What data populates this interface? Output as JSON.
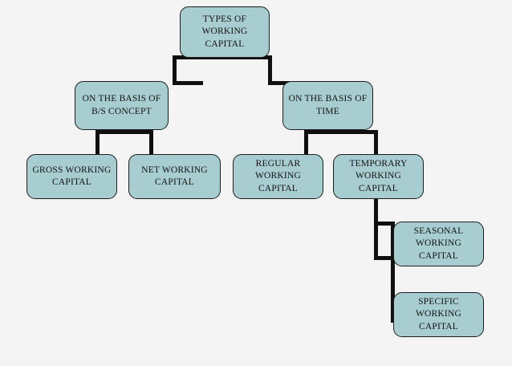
{
  "diagram": {
    "title": "TYPES OF WORKING CAPITAL",
    "type": "hierarchy-tree",
    "background_color": "#f4f4f4",
    "node_fill_color": "#a8cdd1",
    "node_border_color": "#1c1c1c",
    "connector_color": "#101010",
    "text_color": "#111111",
    "nodes": {
      "root": "TYPES OF\nWORKING\nCAPITAL",
      "basis_bs": "ON THE BASIS OF\nB/S CONCEPT",
      "basis_time": "ON THE BASIS OF\nTIME",
      "gross": "GROSS WORKING\nCAPITAL",
      "net": "NET WORKING\nCAPITAL",
      "regular": "REGULAR\nWORKING\nCAPITAL",
      "temporary": "TEMPORARY\nWORKING\nCAPITAL",
      "seasonal": "SEASONAL\nWORKING\nCAPITAL",
      "specific": "SPECIFIC\nWORKING\nCAPITAL"
    },
    "edges": [
      {
        "from": "root",
        "to": "basis_bs"
      },
      {
        "from": "root",
        "to": "basis_time"
      },
      {
        "from": "basis_bs",
        "to": "gross"
      },
      {
        "from": "basis_bs",
        "to": "net"
      },
      {
        "from": "basis_time",
        "to": "regular"
      },
      {
        "from": "basis_time",
        "to": "temporary"
      },
      {
        "from": "temporary",
        "to": "seasonal"
      },
      {
        "from": "temporary",
        "to": "specific"
      }
    ]
  }
}
